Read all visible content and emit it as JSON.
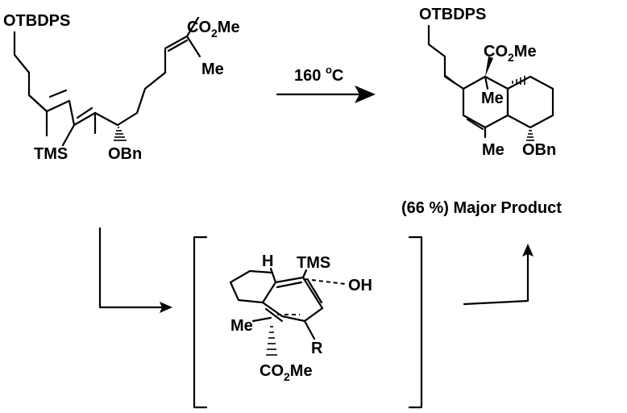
{
  "reactant": {
    "otbdps": "OTBDPS",
    "co2me_co": "CO",
    "co2me_sub": "2",
    "co2me_me": "Me",
    "methyl": "Me",
    "tms": "TMS",
    "obn": "OBn"
  },
  "conditions": {
    "temp_value": "160 ",
    "temp_degree": "o",
    "temp_unit": "C"
  },
  "product": {
    "otbdps": "OTBDPS",
    "co2me_co": "CO",
    "co2me_sub": "2",
    "co2me_me": "Me",
    "me_angular": "Me",
    "me_vinyl": "Me",
    "obn": "OBn",
    "caption": "(66 %) Major Product"
  },
  "transition_state": {
    "h": "H",
    "tms": "TMS",
    "oh": "OH",
    "me": "Me",
    "r": "R",
    "co2me_co": "CO",
    "co2me_sub": "2",
    "co2me_me": "Me"
  },
  "colors": {
    "ink": "#000000",
    "background": "#ffffff"
  }
}
